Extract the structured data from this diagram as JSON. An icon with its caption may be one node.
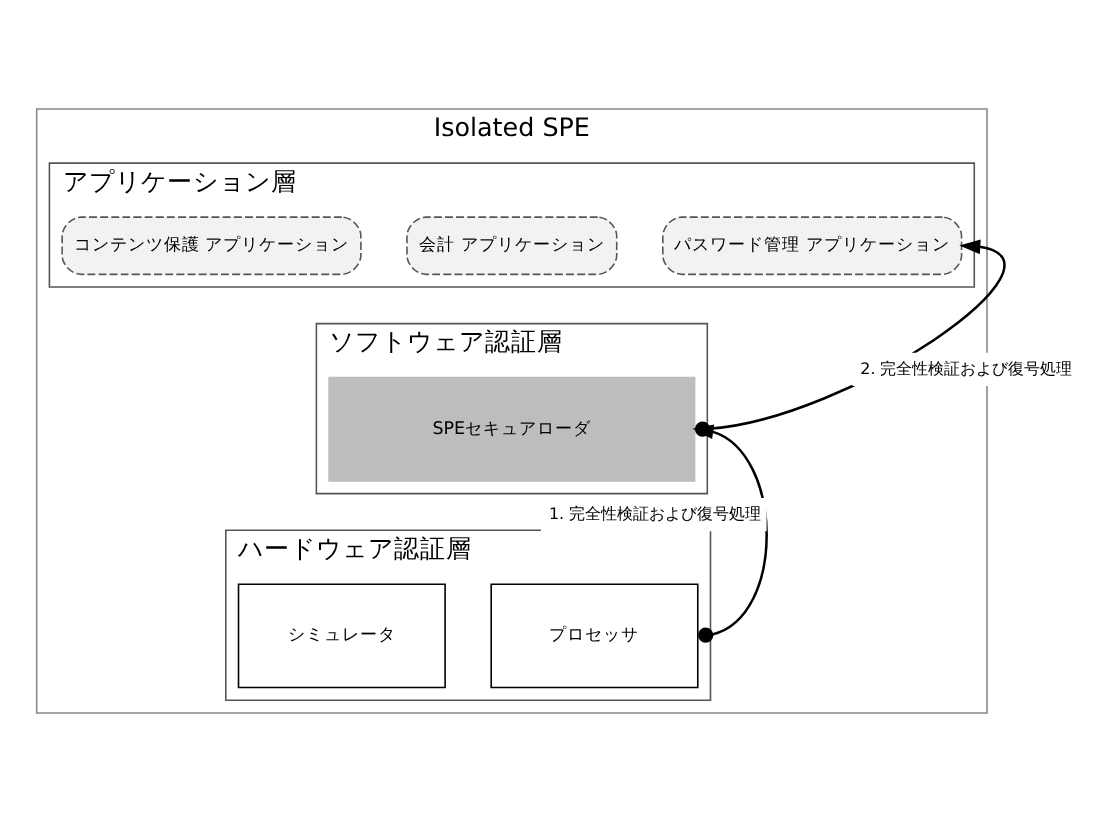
{
  "diagram": {
    "nodes": [
      {
        "text": [
          "Isolated SPE"
        ]
      },
      {
        "text": [
          "アプリケーション層"
        ],
        "in": 0
      },
      {
        "text": [
          "コンテンツ保護 アプリケーション"
        ],
        "in": 1
      },
      {
        "text": [
          "会計 アプリケーション"
        ],
        "in": 1
      },
      {
        "text": [
          "パスワード管理 アプリケーション"
        ],
        "in": 1
      },
      {
        "text": [
          "ソフトウェア認証層"
        ],
        "in": 0
      },
      {
        "text": [
          "SPEセキュアローダ"
        ],
        "in": 5
      },
      {
        "text": [
          "ハードウェア認証層"
        ],
        "in": 0
      },
      {
        "text": [
          "シミュレータ"
        ],
        "in": 7
      },
      {
        "text": [
          "プロセッサ"
        ],
        "in": 7
      }
    ],
    "edges": [
      {
        "from": 9,
        "to": 6,
        "arrow": "to",
        "label": "1. 完全性検証および復号処理"
      },
      {
        "from": 6,
        "to": 4,
        "arrow": "to",
        "label": "2. 完全性検証および復号処理"
      }
    ]
  }
}
